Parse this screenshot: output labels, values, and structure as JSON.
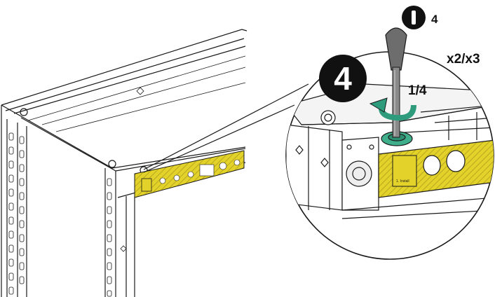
{
  "step": {
    "number": "4",
    "tool_size": "4",
    "repeat_label": "x2/x3",
    "rotation_label": "1/4"
  },
  "label": {
    "strip_text": "1. Install"
  },
  "colors": {
    "line": "#1a1a1a",
    "rail_yellow": "#e3d22a",
    "screwdriver_shaft": "#6d6d6d",
    "arrow_green": "#2e9b7c",
    "washer_green": "#3fae8a",
    "badge": "#111111"
  },
  "icons": {
    "tool": "screwdriver-bit-icon",
    "rotation": "quarter-turn-arrow-icon"
  }
}
